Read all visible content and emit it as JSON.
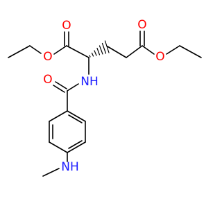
{
  "molecule": {
    "labels": {
      "O1": "O",
      "O2": "O",
      "O3": "O",
      "O4": "O",
      "NH_amide": "NH",
      "O_amide": "O",
      "NH_amine": "NH"
    },
    "colors": {
      "oxygen": "#ff0000",
      "nitrogen": "#1a1aff",
      "bond": "#000000"
    }
  }
}
